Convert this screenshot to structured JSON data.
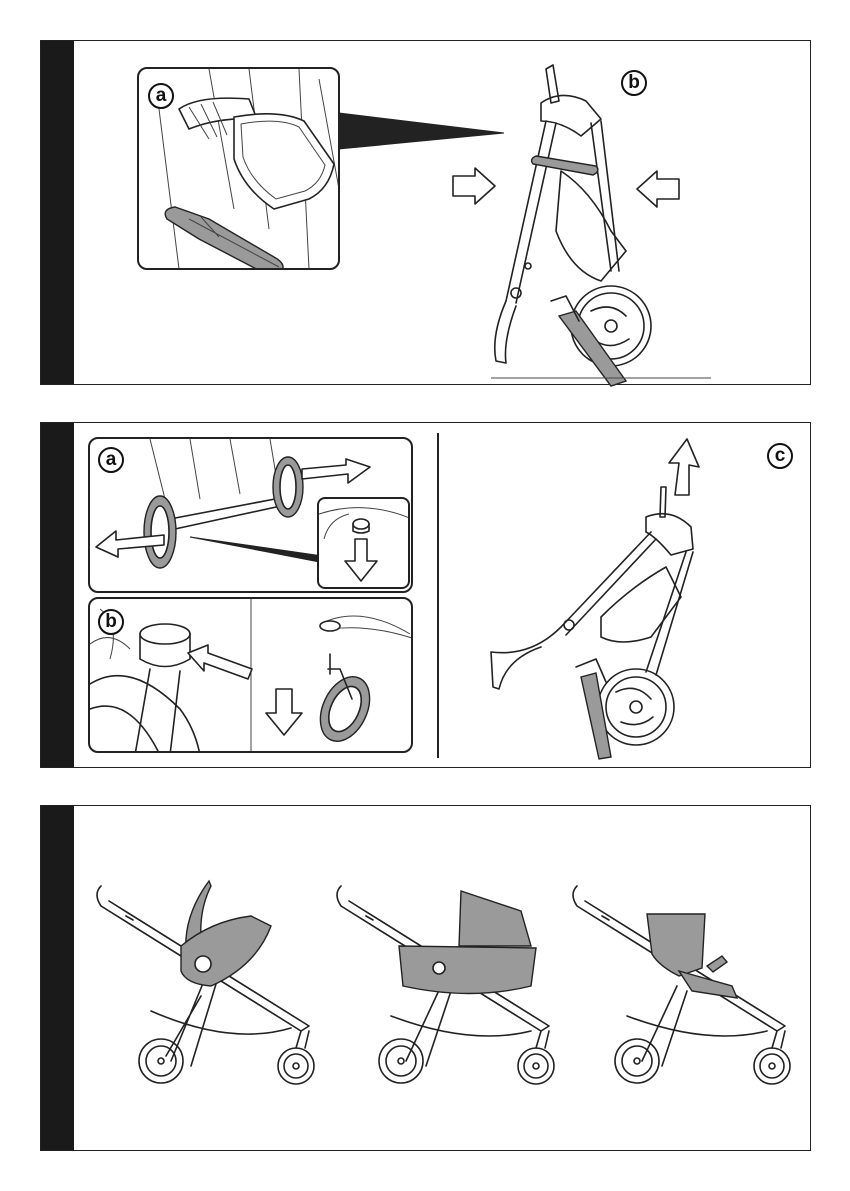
{
  "steps": [
    {
      "id": "fold",
      "labels": {
        "a": "a",
        "b": "b"
      }
    },
    {
      "id": "wheels",
      "labels": {
        "a": "a",
        "b": "b",
        "c": "c"
      }
    },
    {
      "id": "configurations",
      "labels": {}
    }
  ],
  "icons": [
    "push-arrow-icon",
    "pull-arrow-icon",
    "down-arrow-icon",
    "up-arrow-icon"
  ],
  "colors": {
    "frame": "#222222",
    "fill_grey": "#9a9a9a",
    "step_bar": "#1a1a1a"
  }
}
